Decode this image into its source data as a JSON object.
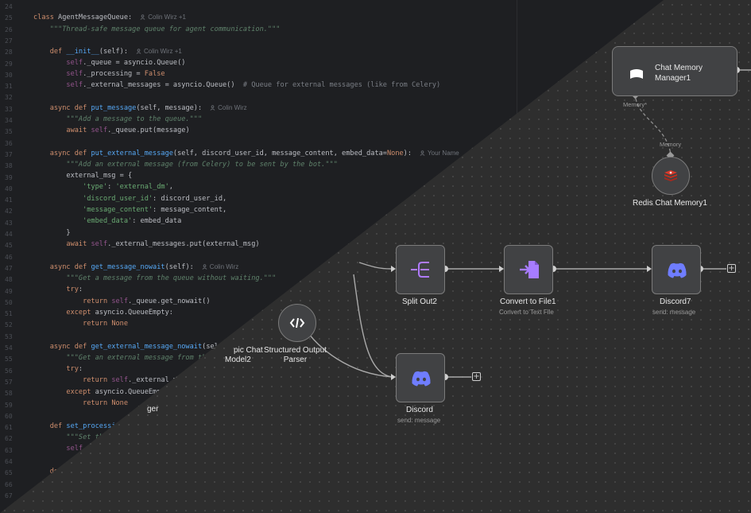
{
  "editor": {
    "line_numbers": [
      "24",
      "25",
      "26",
      "27",
      "28",
      "29",
      "30",
      "31",
      "32",
      "33",
      "34",
      "35",
      "36",
      "37",
      "38",
      "39",
      "40",
      "41",
      "42",
      "43",
      "44",
      "45",
      "46",
      "47",
      "48",
      "49",
      "50",
      "51",
      "52",
      "53",
      "54",
      "55",
      "56",
      "57",
      "58",
      "59",
      "60",
      "61",
      "62",
      "63",
      "64",
      "65",
      "66",
      "67"
    ],
    "blame": {
      "l25": "Colin Wirz +1",
      "l28": "Colin Wirz +1",
      "l33": "Colin Wirz",
      "l37": "Your Name",
      "l47": "Colin Wirz"
    },
    "code": {
      "l25_class": "class ",
      "l25_name": "AgentMessageQueue",
      "l25_colon": ":",
      "l26": "    \"\"\"Thread-safe message queue for agent communication.\"\"\"",
      "l28_def": "    def ",
      "l28_fn": "__init__",
      "l28_rest": "(self):",
      "l29_self": "        self",
      "l29_rest": "._queue = asyncio.Queue()",
      "l30_self": "        self",
      "l30_rest": "._processing = ",
      "l30_kw": "False",
      "l31_self": "        self",
      "l31_rest": "._external_messages = asyncio.Queue()",
      "l31_cmt": "  # Queue for external messages (like from Celery)",
      "l33_kw": "    async def ",
      "l33_fn": "put_message",
      "l33_rest": "(self, message):",
      "l34": "        \"\"\"Add a message to the queue.\"\"\"",
      "l35_kw": "        await ",
      "l35_self": "self",
      "l35_rest": "._queue.put(message)",
      "l37_kw": "    async def ",
      "l37_fn": "put_external_message",
      "l37_rest": "(self, discord_user_id, message_content, embed_data=",
      "l37_none": "None",
      "l37_end": "):",
      "l38": "        \"\"\"Add an external message (from Celery) to be sent by the bot.\"\"\"",
      "l39": "        external_msg = {",
      "l40_s": "            'type'",
      "l40_r": ": ",
      "l40_v": "'external_dm'",
      "l40_e": ",",
      "l41_s": "            'discord_user_id'",
      "l41_r": ": discord_user_id,",
      "l42_s": "            'message_content'",
      "l42_r": ": message_content,",
      "l43_s": "            'embed_data'",
      "l43_r": ": embed_data",
      "l44": "        }",
      "l45_kw": "        await ",
      "l45_self": "self",
      "l45_rest": "._external_messages.put(external_msg)",
      "l47_kw": "    async def ",
      "l47_fn": "get_message_nowait",
      "l47_rest": "(self):",
      "l48": "        \"\"\"Get a message from the queue without waiting.\"\"\"",
      "l49_kw": "        try",
      "l49_r": ":",
      "l50_kw": "            return ",
      "l50_self": "self",
      "l50_rest": "._queue.get_nowait()",
      "l51_kw": "        except ",
      "l51_rest": "asyncio.QueueEmpty:",
      "l52_kw": "            return ",
      "l52_none": "None",
      "l54_kw": "    async def ",
      "l54_fn": "get_external_message_nowait",
      "l54_rest": "(self):",
      "l55": "        \"\"\"Get an external message from the que",
      "l56_kw": "        try",
      "l56_r": ":",
      "l57_kw": "            return ",
      "l57_self": "self",
      "l57_rest": "._external_messa",
      "l58_kw": "        except ",
      "l58_rest": "asyncio.QueueEmpty:",
      "l59_kw": "            return ",
      "l59_none": "None",
      "l61_kw": "    def ",
      "l61_fn": "set_processing",
      "l62": "        \"\"\"Set the",
      "l63_self": "        self",
      "l63_rest": "._p",
      "l65_kw": "    def"
    }
  },
  "canvas": {
    "partial_labels": {
      "chat_model": "pic Chat",
      "chat_model_line2": "Model2",
      "manager": "ger"
    },
    "nodes": {
      "chat_memory": {
        "title_line1": "Chat Memory",
        "title_line2": "Manager1",
        "port": "Memory*"
      },
      "redis": {
        "title": "Redis Chat Memory1",
        "port": "Memory"
      },
      "parser": {
        "title_line1": "Structured Output",
        "title_line2": "Parser"
      },
      "split_out": {
        "title": "Split Out2"
      },
      "convert": {
        "title": "Convert to File1",
        "subtitle": "Convert to Text File"
      },
      "discord7": {
        "title": "Discord7",
        "subtitle": "send: message"
      },
      "discord": {
        "title": "Discord",
        "subtitle": "send: message"
      }
    },
    "add_symbol": "+",
    "colors": {
      "split_icon": "#b07bff",
      "convert_icon": "#a77cff",
      "discord_icon": "#6f7dff",
      "redis_icon": "#d83a2b",
      "wire": "#a9a9a9",
      "node_bg": "#414244"
    }
  }
}
